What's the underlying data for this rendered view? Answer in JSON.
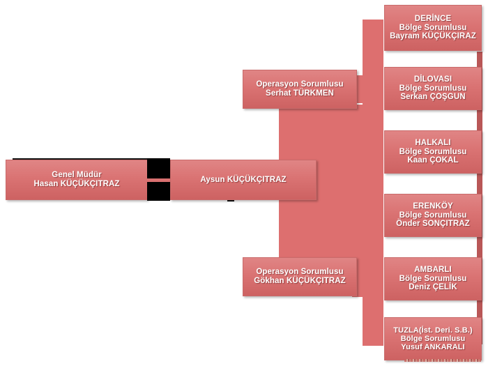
{
  "chart_title": "",
  "palette": {
    "node_fill_top": "#e08585",
    "node_fill_bottom": "#cd6262",
    "node_border": "#c96a6a",
    "connector": "#dd6f6f",
    "connector_shadow": "#b95757",
    "text": "#ffffff",
    "redaction": "#000000",
    "background": "#ffffff"
  },
  "executive": {
    "general_manager": {
      "role": "Genel Müdür",
      "person": "Hasan KÜÇÜKÇITRAZ"
    },
    "assistant": {
      "person": "Aysun KÜÇÜKÇITRAZ"
    }
  },
  "operations": [
    {
      "role": "Operasyon Sorumlusu",
      "person": "Serhat TÜRKMEN"
    },
    {
      "role": "Operasyon Sorumlusu",
      "person": "Gökhan KÜÇÜKÇITRAZ"
    }
  ],
  "regions": [
    {
      "title": "DERİNCE",
      "role": "Bölge Sorumlusu",
      "person": "Bayram KÜÇÜKÇIRAZ"
    },
    {
      "title": "DİLOVASI",
      "role": "Bölge Sorumlusu",
      "person": "Serkan ÇOŞGUN"
    },
    {
      "title": "HALKALI",
      "role": "Bölge Sorumlusu",
      "person": "Kaan ÇOKAL"
    },
    {
      "title": "ERENKÖY",
      "role": "Bölge Sorumlusu",
      "person": "Önder SONÇITRAZ"
    },
    {
      "title": "AMBARLI",
      "role": "Bölge Sorumlusu",
      "person": "Deniz ÇELİK"
    },
    {
      "title": "TUZLA(İst. Deri. S.B.)",
      "role": "Bölge Sorumlusu",
      "person": "Yusuf ANKARALI"
    }
  ]
}
